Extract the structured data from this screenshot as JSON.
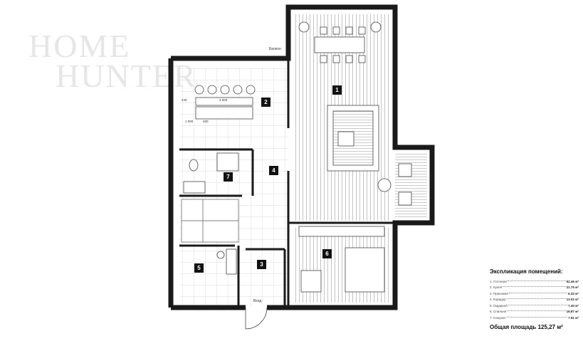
{
  "logo": {
    "line1": "HOME",
    "line2": "HUNTER"
  },
  "rooms": [
    {
      "number": "1"
    },
    {
      "number": "2"
    },
    {
      "number": "3"
    },
    {
      "number": "4"
    },
    {
      "number": "5"
    },
    {
      "number": "6"
    },
    {
      "number": "7"
    }
  ],
  "labels": {
    "balcony": "Балкон",
    "entrance": "Вход"
  },
  "dimensions": {
    "kitchen_width": "3 000",
    "kitchen_left": "240",
    "kitchen_a": "1 000",
    "kitchen_b": "400"
  },
  "legend": {
    "title": "Экспликация помещений:",
    "items": [
      {
        "name": "1. Гостиная",
        "area": "52.46 м²"
      },
      {
        "name": "2. Кухня",
        "area": "21.75 м²"
      },
      {
        "name": "3. Прихожая",
        "area": "6.32 м²"
      },
      {
        "name": "4. Коридор",
        "area": "13.02 м²"
      },
      {
        "name": "5. Гардероб",
        "area": "7.40 м²"
      },
      {
        "name": "6. Спальня",
        "area": "16.87 м²"
      },
      {
        "name": "7. Санузел",
        "area": "7.91 м²"
      }
    ],
    "total": "Общая площадь 125,27 м²"
  },
  "colors": {
    "wall": "#1a1a1a",
    "grid": "#cfcfcf",
    "floor_stripe": "#b5b5b5",
    "logo": "#e6e6e6"
  }
}
